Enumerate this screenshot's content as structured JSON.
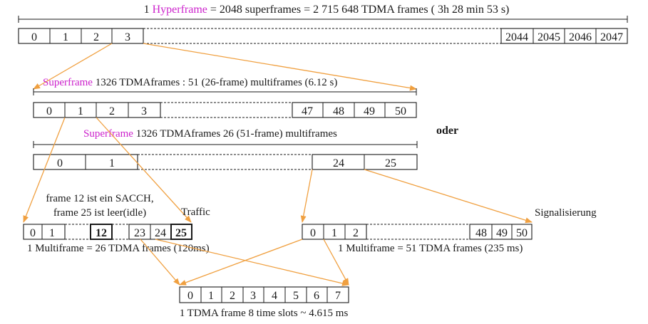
{
  "colors": {
    "accent": "#cc22cc",
    "arrow": "#f0a040",
    "line": "#1a1a1a"
  },
  "hyperframe": {
    "prefix": "1 ",
    "word": "Hyperframe",
    "rest": " = 2048 superframes = 2 715 648 TDMA frames ( 3h 28 min 53 s)",
    "cells_start": [
      "0",
      "1",
      "2",
      "3"
    ],
    "cells_end": [
      "2044",
      "2045",
      "2046",
      "2047"
    ]
  },
  "superframe_a": {
    "word": "Superframe",
    "rest": " 1326 TDMAframes : 51 (26-frame) multiframes (6.12 s)",
    "cells_start": [
      "0",
      "1",
      "2",
      "3"
    ],
    "cells_end": [
      "47",
      "48",
      "49",
      "50"
    ]
  },
  "oder": "oder",
  "superframe_b": {
    "word": "Superframe",
    "rest": " 1326 TDMAframes 26 (51-frame) multiframes",
    "cells_start": [
      "0",
      "1"
    ],
    "cells_end": [
      "24",
      "25"
    ]
  },
  "traffic_multiframe": {
    "note_line1": "frame 12 ist ein SACCH,",
    "note_line2": "frame 25 ist leer(idle)",
    "label": "Traffic",
    "cells": [
      "0",
      "1",
      "12",
      "23",
      "24",
      "25"
    ],
    "caption": "1 Multiframe = 26 TDMA frames (120ms)"
  },
  "signal_multiframe": {
    "label": "Signalisierung",
    "cells_start": [
      "0",
      "1",
      "2"
    ],
    "cells_end": [
      "48",
      "49",
      "50"
    ],
    "caption": "1 Multiframe = 51 TDMA frames (235 ms)"
  },
  "tdma_frame": {
    "slots": [
      "0",
      "1",
      "2",
      "3",
      "4",
      "5",
      "6",
      "7"
    ],
    "caption": "1 TDMA frame 8 time slots ~ 4.615 ms"
  }
}
